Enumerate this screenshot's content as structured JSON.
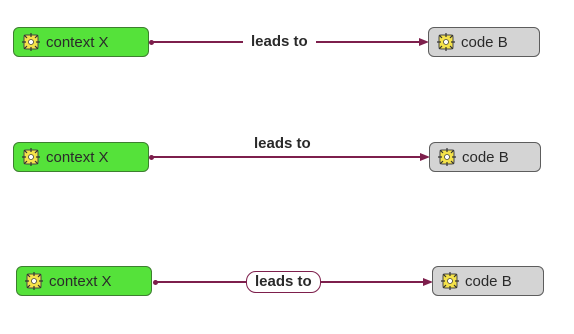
{
  "rows": [
    {
      "source": {
        "label": "context X",
        "icon": "code-star-icon"
      },
      "relation": {
        "label": "leads to",
        "style": "inline"
      },
      "target": {
        "label": "code B",
        "icon": "code-star-icon"
      }
    },
    {
      "source": {
        "label": "context X",
        "icon": "code-star-icon"
      },
      "relation": {
        "label": "leads to",
        "style": "above"
      },
      "target": {
        "label": "code B",
        "icon": "code-star-icon"
      }
    },
    {
      "source": {
        "label": "context X",
        "icon": "code-star-icon"
      },
      "relation": {
        "label": "leads to",
        "style": "boxed"
      },
      "target": {
        "label": "code B",
        "icon": "code-star-icon"
      }
    }
  ],
  "colors": {
    "context_node": "#55e23a",
    "code_node": "#d4d4d4",
    "edge": "#7d1f4c"
  }
}
